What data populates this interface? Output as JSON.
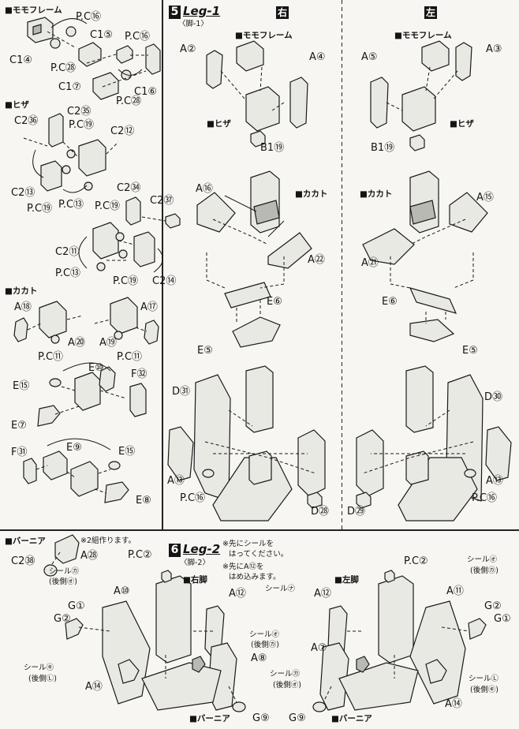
{
  "left_panel": {
    "sections": {
      "momo_frame": "■モモフレーム",
      "hiza": "■ヒザ",
      "kakato": "■カカト"
    },
    "labels": {
      "pc16_a": "P.C⑯",
      "c1_5": "C1⑤",
      "pc16_b": "P.C⑯",
      "c1_4": "C1④",
      "pc28_a": "P.C㉘",
      "c1_7": "C1⑦",
      "pc28_b": "P.C㉘",
      "c1_6": "C1⑥",
      "c2_35": "C2㉟",
      "c2_36": "C2㊱",
      "pc19_a": "P.C⑲",
      "c2_12": "C2⑫",
      "c2_13_a": "C2⑬",
      "pc19_b": "P.C⑲",
      "pc13_a": "P.C⑬",
      "c2_34": "C2㉞",
      "c2_37": "C2㊲",
      "pc19_c": "P.C⑲",
      "c2_11": "C2⑪",
      "pc13_b": "P.C⑬",
      "pc19_d": "P.C⑲",
      "c2_14": "C2⑭",
      "a18": "A⑱",
      "a17": "A⑰",
      "a20": "A⑳",
      "a19": "A⑲",
      "pc11_a": "P.C⑪",
      "pc11_b": "P.C⑪",
      "e10": "E⑩",
      "f32": "F㉜",
      "e15_a": "E⑮",
      "e7": "E⑦",
      "f31": "F㉛",
      "e9": "E⑨",
      "e15_b": "E⑮",
      "e8": "E⑧"
    }
  },
  "step5": {
    "number": "5",
    "title": "Leg-1",
    "subtitle": "〈脚-1〉",
    "right_label": "右",
    "left_label": "左",
    "labels": {
      "momo_r": "■モモフレーム",
      "momo_l": "■モモフレーム",
      "a2": "A②",
      "a4": "A④",
      "a5": "A⑤",
      "a3": "A③",
      "hiza_r": "■ヒザ",
      "hiza_l": "■ヒザ",
      "b1_19_r": "B1⑲",
      "b1_19_l": "B1⑲",
      "kakato_r": "■カカト",
      "kakato_l": "■カカト",
      "a16": "A⑯",
      "a15": "A⑮",
      "a22": "A㉒",
      "a21": "A㉑",
      "e6_r": "E⑥",
      "e6_l": "E⑥",
      "e5_r": "E⑤",
      "e5_l": "E⑤",
      "d31": "D㉛",
      "d30": "D㉚",
      "a13_r": "A⑬",
      "a13_l": "A⑬",
      "pc16_r": "P.C⑯",
      "pc16_l": "P.C⑯",
      "d28": "D㉘",
      "d29": "D㉙"
    }
  },
  "bernia": {
    "section": "■バーニア",
    "note": "※2組作ります。",
    "labels": {
      "a28": "A㉘",
      "c2_38": "C2㊳"
    }
  },
  "step6": {
    "number": "6",
    "title": "Leg-2",
    "subtitle": "〈脚-2〉",
    "note1a": "※先にシールを",
    "note1b": "はってください。",
    "note2a": "※先にA⑫を",
    "note2b": "はめ込みます。",
    "labels": {
      "pc2_r": "P.C②",
      "pc2_l": "P.C②",
      "migi_ashi": "■右脚",
      "hidari_ashi": "■左脚",
      "a10": "A⑩",
      "a11": "A⑪",
      "a12_r": "A⑫",
      "a12_l": "A⑫",
      "seal_ka_r1": "シール㋕",
      "seal_ka_r2": "(後側㋔)",
      "seal_o_l1": "シール㋔",
      "seal_o_l2": "(後側㋕)",
      "seal_na": "シール㋤",
      "g1_r": "G①",
      "g2_r": "G②",
      "g2_l": "G②",
      "g1_l": "G①",
      "seal_o_c1": "シール㋔",
      "seal_o_c2": "(後側㋕)",
      "a8": "A⑧",
      "a7": "A⑦",
      "seal_ka_c1": "シール㋕",
      "seal_ka_c2": "(後側㋔)",
      "seal_ki1": "シール㋖",
      "seal_ki2": "(後側Ⓛ)",
      "seal_l1": "シールⓁ",
      "seal_l2": "(後側㋖)",
      "a14_r": "A⑭",
      "a14_l": "A⑭",
      "g9_r": "G⑨",
      "g9_l": "G⑨",
      "bernia_r": "■バーニア",
      "bernia_l": "■バーニア"
    }
  }
}
